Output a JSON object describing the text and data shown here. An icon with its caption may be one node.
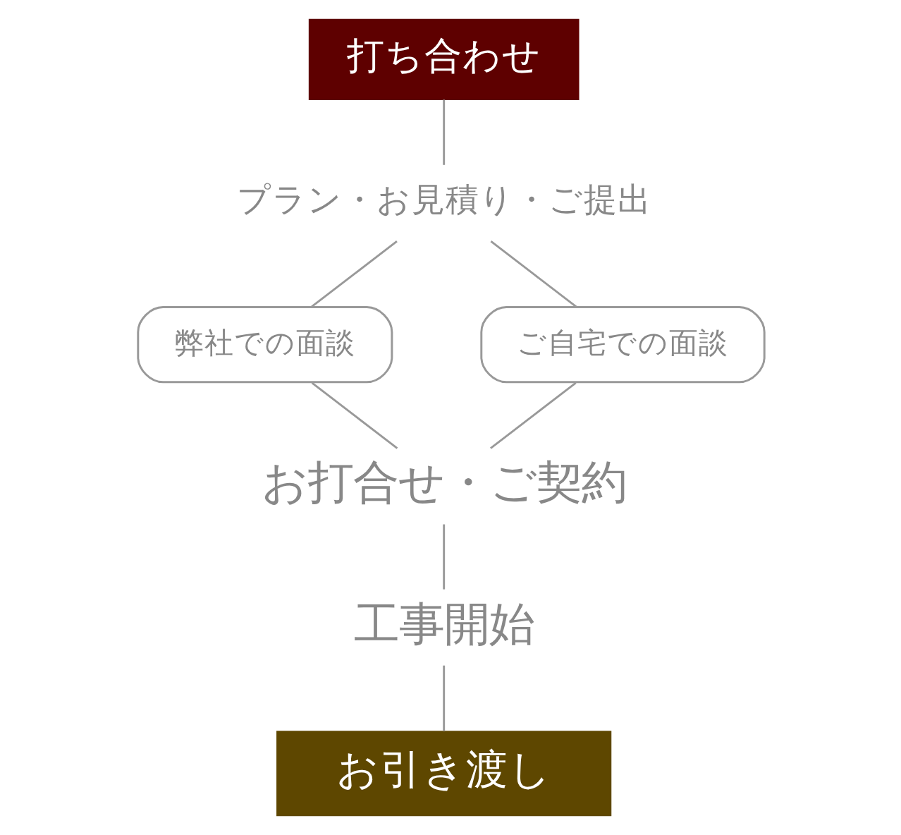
{
  "diagram": {
    "nodes": [
      {
        "text": [
          "打ち合わせ"
        ]
      },
      {
        "text": [
          "プラン・お見積り・ご提出"
        ]
      },
      {
        "text": [
          "弊社での面談"
        ]
      },
      {
        "text": [
          "ご自宅での面談"
        ]
      },
      {
        "text": [
          "お打合せ・ご契約"
        ]
      },
      {
        "text": [
          "工事開始"
        ]
      },
      {
        "text": [
          "お引き渡し"
        ]
      }
    ],
    "edges": [
      {
        "from": 0,
        "to": 1,
        "arrow": "none"
      },
      {
        "from": 1,
        "to": 2,
        "arrow": "none"
      },
      {
        "from": 1,
        "to": 3,
        "arrow": "none"
      },
      {
        "from": 2,
        "to": 4,
        "arrow": "none"
      },
      {
        "from": 3,
        "to": 4,
        "arrow": "none"
      },
      {
        "from": 4,
        "to": 5,
        "arrow": "none"
      },
      {
        "from": 5,
        "to": 6,
        "arrow": "none"
      }
    ]
  }
}
